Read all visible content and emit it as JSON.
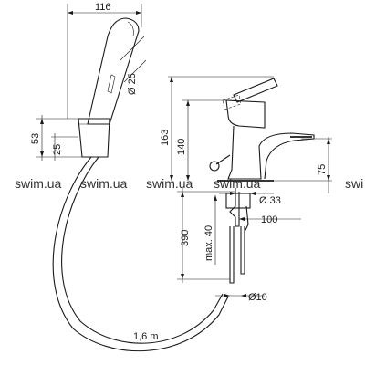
{
  "dimensions": {
    "width_shower": "116",
    "diameter_head": "Ø 25",
    "height_holder_53": "53",
    "height_holder_25": "25",
    "height_mixer_163": "163",
    "height_mixer_140": "140",
    "height_spout_75": "75",
    "diameter_33": "Ø 33",
    "depth_100": "100",
    "length_390": "390",
    "max_40": "max. 40",
    "diameter_10": "Ø10",
    "hose_length": "1,6 m"
  },
  "watermarks": [
    "swim.ua",
    "swim.ua",
    "swim.ua",
    "swim.ua",
    "swi"
  ]
}
